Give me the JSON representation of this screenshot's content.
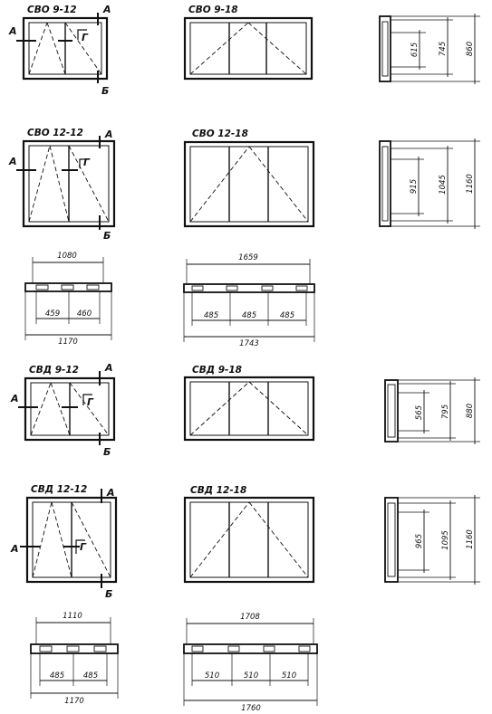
{
  "colors": {
    "ink": "#111111",
    "paper": "#ffffff"
  },
  "windows": [
    {
      "id": "svo-9-12",
      "label": "СВО 9-12",
      "sections": [
        "А",
        "А",
        "Г",
        "Б"
      ]
    },
    {
      "id": "svo-9-18",
      "label": "СВО 9-18"
    },
    {
      "id": "svo-12-12",
      "label": "СВО 12-12",
      "sections": [
        "А",
        "А",
        "Г",
        "Б"
      ]
    },
    {
      "id": "svo-12-18",
      "label": "СВО 12-18"
    },
    {
      "id": "svd-9-12",
      "label": "СВД 9-12",
      "sections": [
        "А",
        "А",
        "Г",
        "Б"
      ]
    },
    {
      "id": "svd-9-18",
      "label": "СВД 9-18"
    },
    {
      "id": "svd-12-12",
      "label": "СВД 12-12",
      "sections": [
        "А",
        "А",
        "Г",
        "Б"
      ]
    },
    {
      "id": "svd-12-18",
      "label": "СВД 12-18"
    }
  ],
  "side_sections": [
    {
      "id": "side-svo-9",
      "dims": [
        "615",
        "745",
        "860"
      ]
    },
    {
      "id": "side-svo-12",
      "dims": [
        "915",
        "1045",
        "1160"
      ]
    },
    {
      "id": "side-svd-9",
      "dims": [
        "565",
        "795",
        "880"
      ]
    },
    {
      "id": "side-svd-12",
      "dims": [
        "965",
        "1095",
        "1160"
      ]
    }
  ],
  "plans": [
    {
      "id": "plan-svo-12",
      "top": "1080",
      "parts": [
        "459",
        "460"
      ],
      "bottom": "1170"
    },
    {
      "id": "plan-svo-18",
      "top": "1659",
      "parts": [
        "485",
        "485",
        "485"
      ],
      "bottom": "1743"
    },
    {
      "id": "plan-svd-12",
      "top": "1110",
      "parts": [
        "485",
        "485"
      ],
      "bottom": "1170"
    },
    {
      "id": "plan-svd-18",
      "top": "1708",
      "parts": [
        "510",
        "510",
        "510"
      ],
      "bottom": "1760"
    }
  ]
}
